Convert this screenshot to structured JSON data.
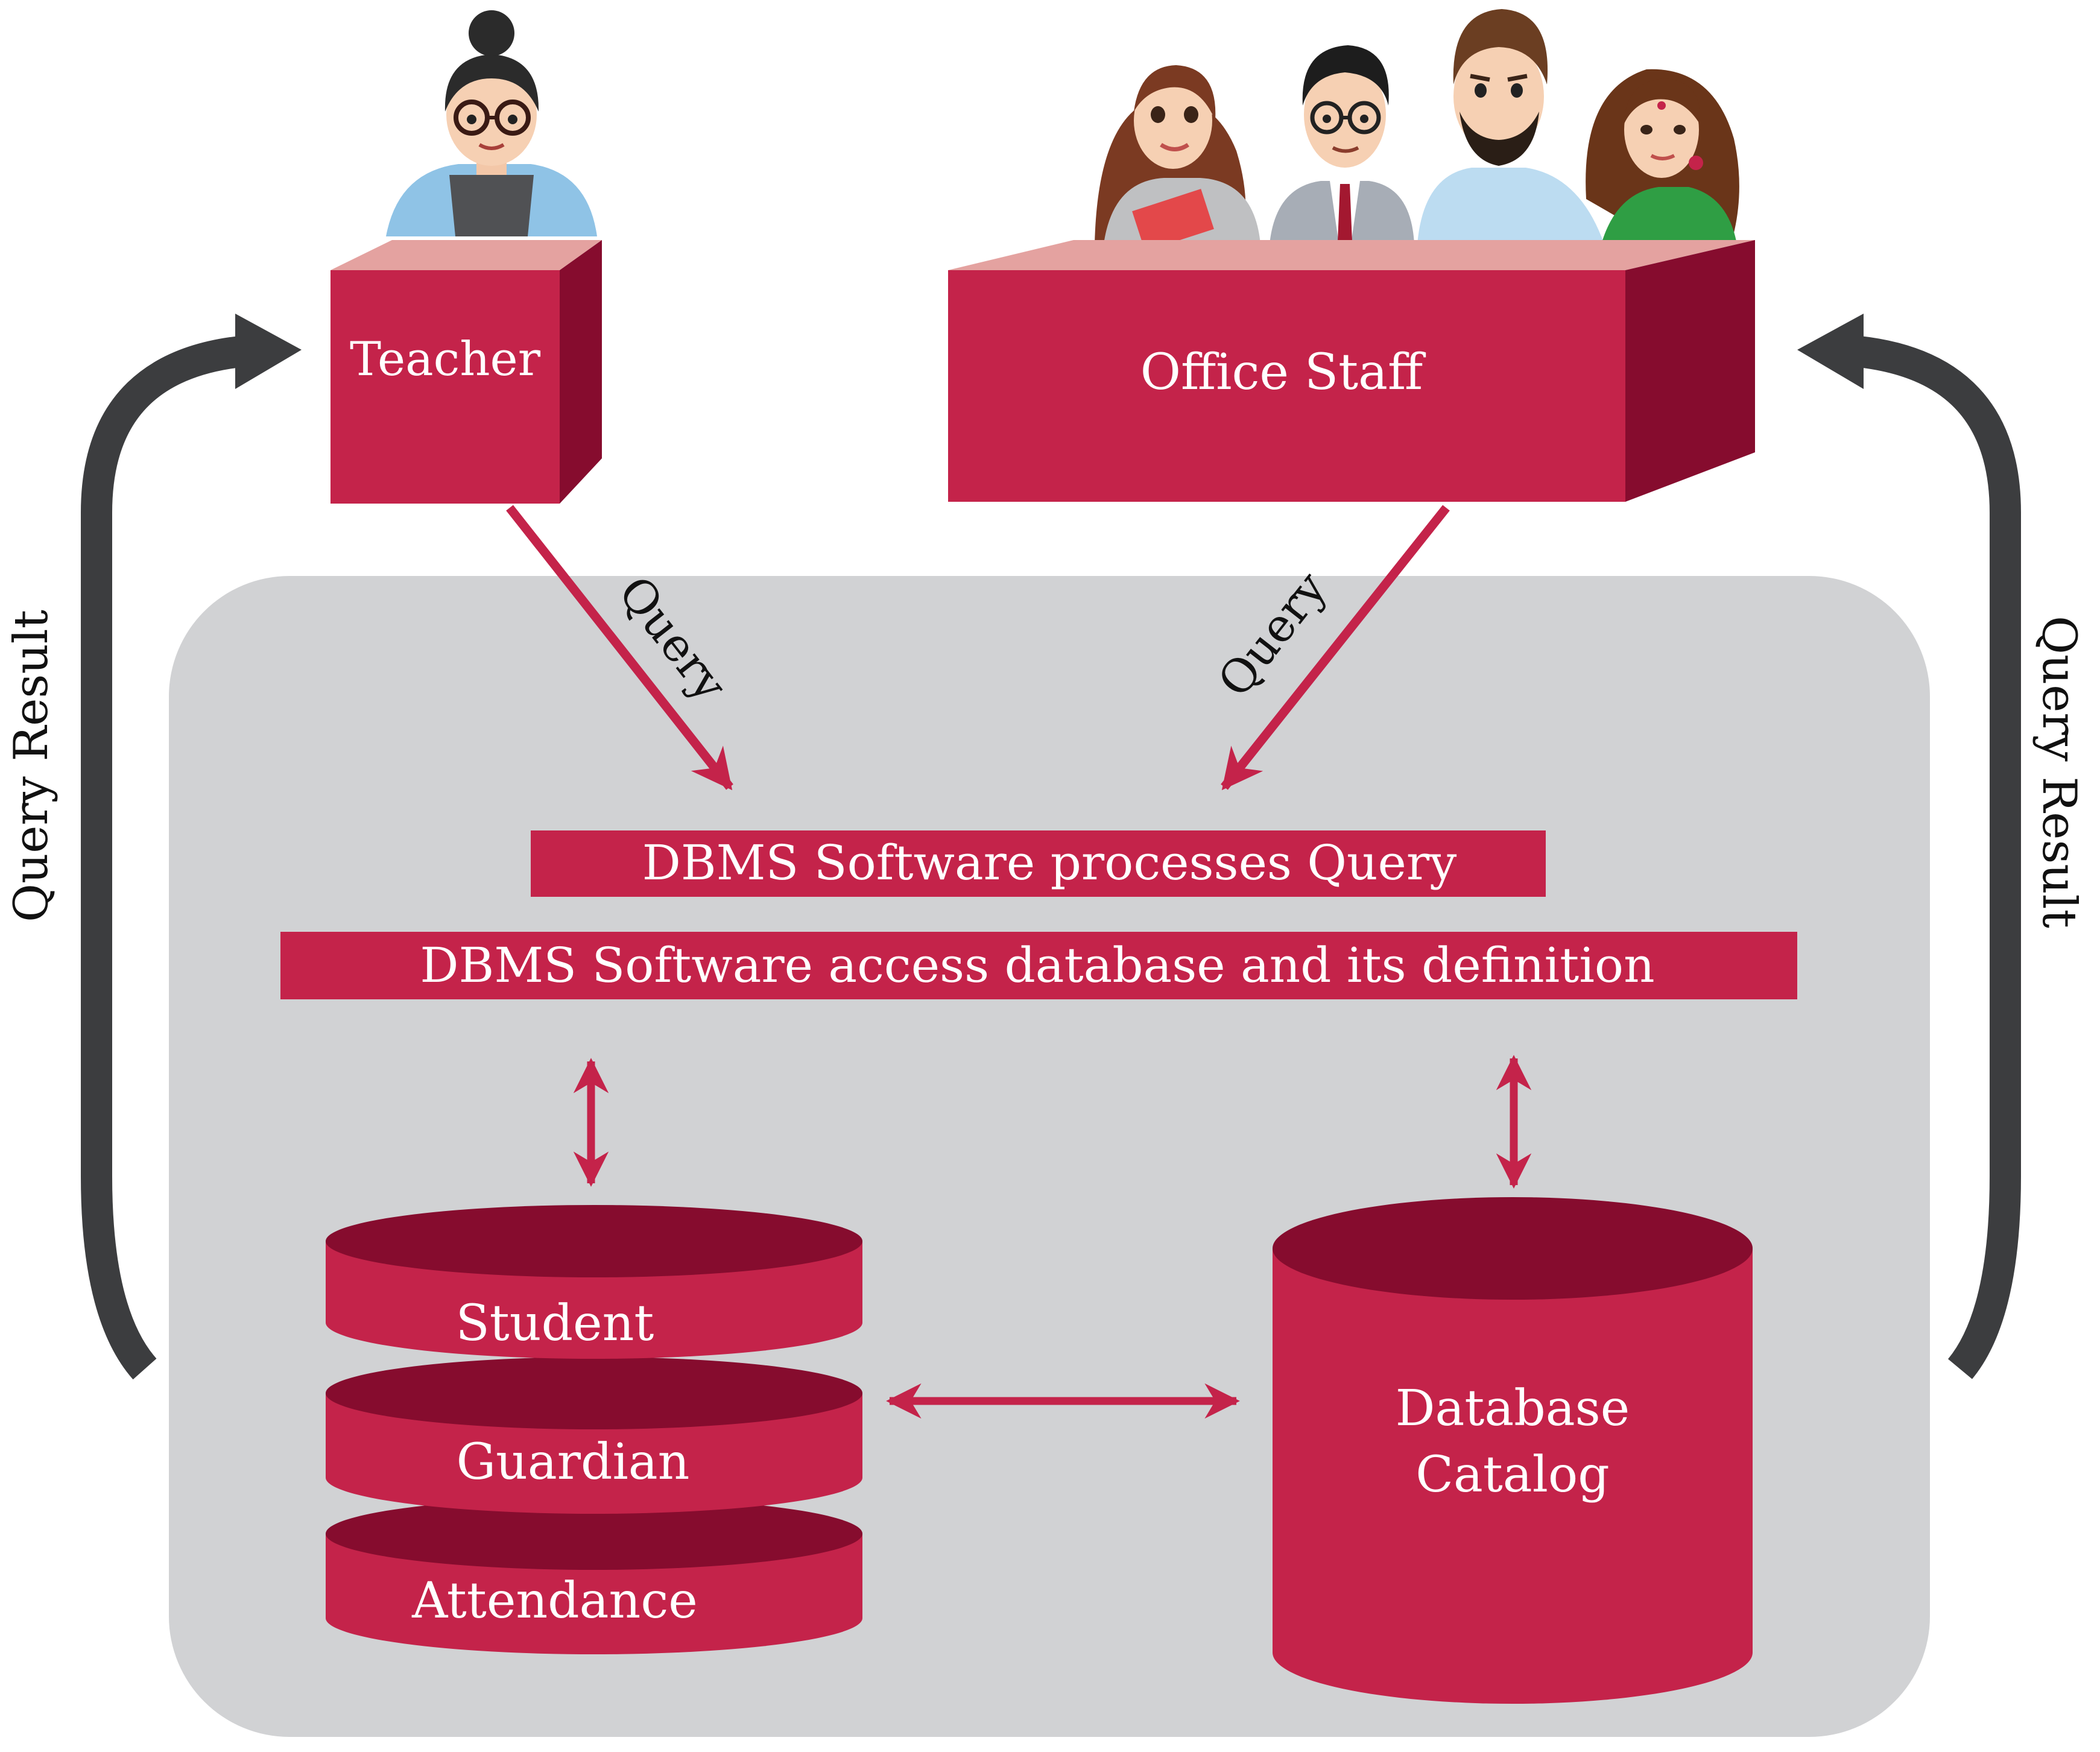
{
  "actors": {
    "teacher": {
      "label": "Teacher"
    },
    "office_staff": {
      "label": "Office Staff"
    }
  },
  "flows": {
    "teacher_query": "Query",
    "staff_query": "Query",
    "left_result": "Query Result",
    "right_result": "Query Result"
  },
  "dbms": {
    "processes": "DBMS Software processes Query",
    "access": "DBMS Software access database and its definition"
  },
  "database": {
    "tables": [
      "Student",
      "Guardian",
      "Attendance"
    ]
  },
  "catalog": {
    "line1": "Database",
    "line2": "Catalog"
  },
  "colors": {
    "crimson": "#c4234a",
    "dark_crimson": "#860c2e",
    "light_top": "#e4a2a0",
    "panel_gray": "#d1d2d4",
    "arrow_dark": "#3c3d3f"
  }
}
